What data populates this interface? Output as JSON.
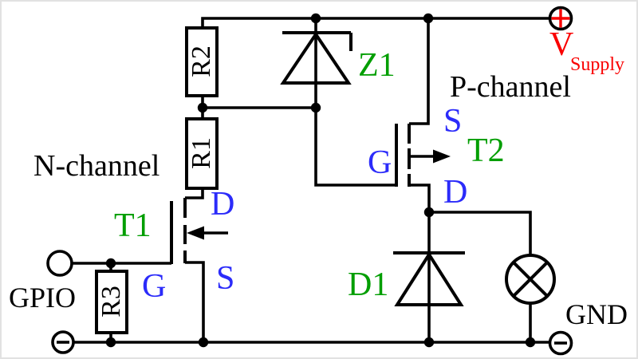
{
  "colors": {
    "wire": "#000000",
    "background": "#ffffff",
    "component_label": "#009e00",
    "pin_label": "#2b2bfa",
    "supply_label": "#fa0000"
  },
  "labels": {
    "n_channel": "N-channel",
    "p_channel": "P-channel",
    "gpio": "GPIO",
    "gnd": "GND",
    "v_supply": "V",
    "v_supply_sub": "Supply"
  },
  "components": {
    "t1": "T1",
    "t2": "T2",
    "z1": "Z1",
    "d1": "D1",
    "r1": "R1",
    "r2": "R2",
    "r3": "R3"
  },
  "pins": {
    "t1_gate": "G",
    "t1_source": "S",
    "t1_drain": "D",
    "t2_gate": "G",
    "t2_source": "S",
    "t2_drain": "D"
  }
}
